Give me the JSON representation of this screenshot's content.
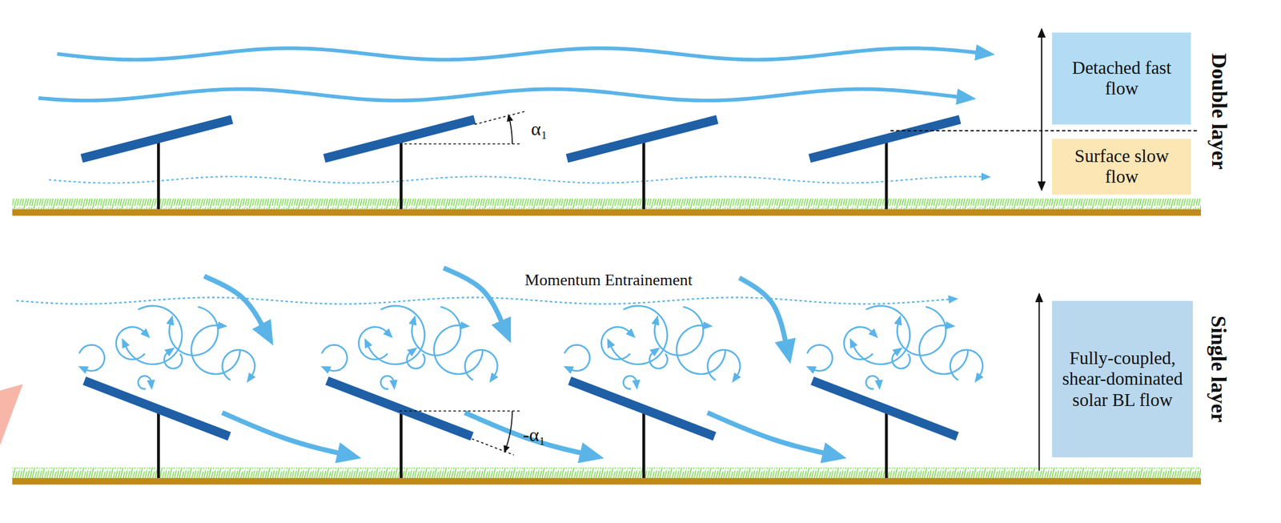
{
  "diagram": {
    "nodes": [
      {
        "text": [
          "Detached fast flow"
        ]
      },
      {
        "text": [
          "Surface slow flow"
        ]
      },
      {
        "text": [
          "Fully-coupled, shear-dominated solar BL flow"
        ]
      }
    ],
    "labels": [
      "α₁",
      "Double layer",
      "Momentum Entrainement",
      "-α₁",
      "Single layer"
    ]
  }
}
